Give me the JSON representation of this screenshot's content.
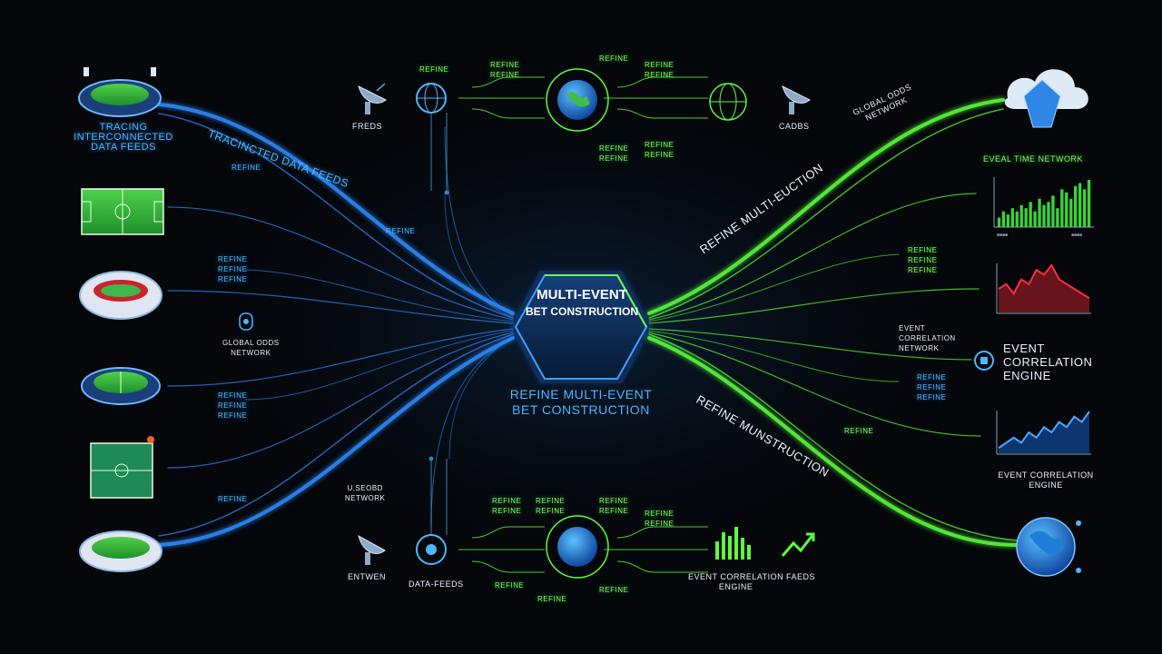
{
  "left_labels": {
    "tracing_block": [
      "TRACING",
      "INTERCONNECTED",
      "DATA FEEDS"
    ],
    "curved_title": "TRACINCTED DATA FEEDS",
    "refine_single": "refine",
    "refine_group_upper": [
      "refine",
      "refine",
      "refine"
    ],
    "global_odds_network": [
      "GLOBAL ODDS",
      "NETWORK"
    ],
    "refine_group_lower": [
      "refine",
      "refine",
      "refine"
    ],
    "refine_lower_single": "refine",
    "bottom_network": [
      "U.SEOBD",
      "NETWORK"
    ],
    "mid_refine": "refine"
  },
  "top_row": {
    "feeds": "FREDS",
    "cadbs": "CADBS",
    "refine_pairs": [
      [
        "refine",
        "refine"
      ],
      [
        "refine",
        "refine"
      ],
      [
        "refine",
        "refine"
      ],
      [
        "refine",
        "refine"
      ]
    ],
    "refine_single": "refine",
    "refine_right": "refine"
  },
  "hub": {
    "line1": "MULTI-EVENT",
    "line2": "BET CONSTRUCTION"
  },
  "center_subtitle": [
    "REFINE MULTI-EVENT",
    "BET CONSTRUCTION"
  ],
  "right_labels": {
    "global_odds": [
      "GLOBAL ODDS",
      "NETWORK"
    ],
    "refine_multi": "REFINE MULTI-EUCTION",
    "refine_mun": "REFINE MUNSTRUCTION",
    "eveal_time": "EVEAL TIME NETWORK",
    "refine_group_upper": [
      "refine",
      "refine",
      "refine"
    ],
    "event_corr_small": [
      "EVENT",
      "CORRELATION",
      "NETWORK"
    ],
    "event_corr_engine": [
      "EVENT",
      "CORRELATION",
      "ENGINE"
    ],
    "refine_group_lower": [
      "refine",
      "refine",
      "refine"
    ],
    "refine_single": "refine",
    "event_corr_bottom": [
      "EVENT CORRELATION",
      "ENGINE"
    ]
  },
  "bottom_row": {
    "entwen": "ENTWEN",
    "data_feeds": "DATA-FEEDS",
    "event_corr": [
      "EVENT CORRELATION",
      "ENGINE"
    ],
    "faeds": "FAEDS",
    "refine_pairs": [
      [
        "refine",
        "refine"
      ],
      [
        "refine",
        "refine"
      ],
      [
        "refine",
        "refine"
      ],
      [
        "refine",
        "refine"
      ]
    ],
    "refine_singles": [
      "refine",
      "refine",
      "refine"
    ]
  },
  "chart_data": [
    {
      "type": "bar",
      "title": "EVEAL TIME NETWORK",
      "values": [
        3,
        5,
        4,
        6,
        5,
        7,
        6,
        8,
        5,
        9,
        7,
        8,
        10,
        6,
        12,
        11,
        9,
        13,
        14,
        12,
        15
      ],
      "colors": {
        "bar": "#3ad23a"
      }
    },
    {
      "type": "area",
      "values": [
        5,
        6,
        4,
        7,
        6,
        9,
        8,
        10,
        7,
        6,
        5,
        4,
        3
      ],
      "colors": {
        "fill": "#7a1620",
        "line": "#ff2e3c"
      }
    },
    {
      "type": "area",
      "values": [
        1,
        2,
        3,
        2,
        4,
        3,
        5,
        4,
        6,
        5,
        7,
        6,
        8
      ],
      "colors": {
        "fill": "#0f3d80",
        "line": "#49a8ff"
      }
    }
  ],
  "colors": {
    "blue": "#2d8cff",
    "green": "#5cff3a",
    "background": "#05070b",
    "hub_fill": "#0b2a56"
  }
}
